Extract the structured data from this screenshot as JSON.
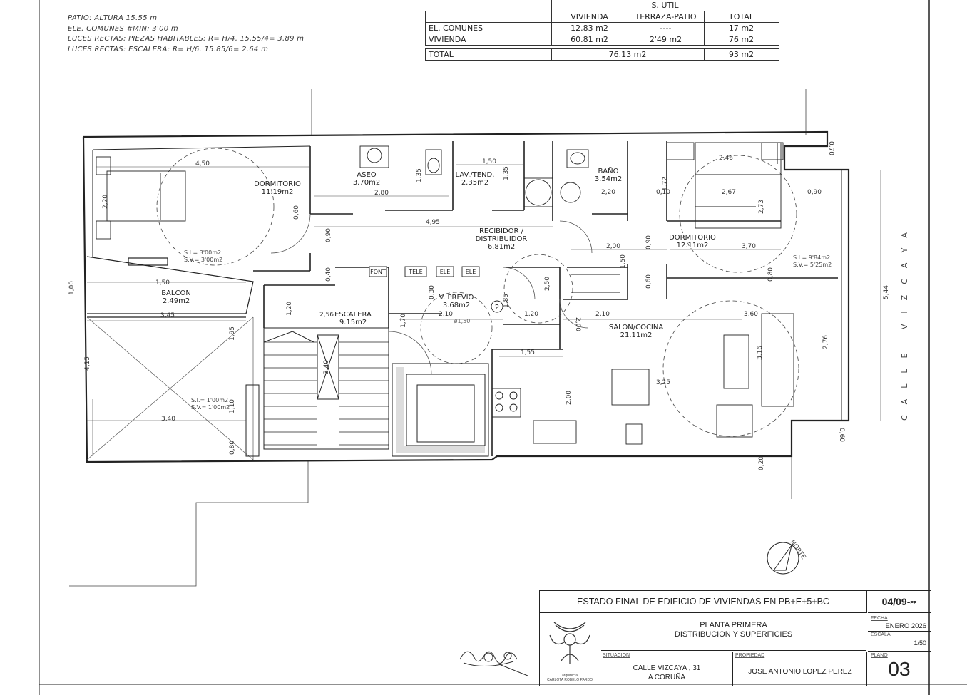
{
  "notes": [
    "PATIO: ALTURA 15.55 m",
    "ELE. COMUNES #MIN: 3'00 m",
    "LUCES RECTAS: PIEZAS HABITABLES: R= H/4. 15.55/4= 3.89 m",
    "LUCES RECTAS: ESCALERA: R= H/6. 15.85/6= 2.64 m"
  ],
  "area_table": {
    "title": "S. UTIL",
    "headers": [
      "VIVIENDA",
      "TERRAZA-PATIO",
      "TOTAL"
    ],
    "rows": [
      {
        "label": "EL. COMUNES",
        "vivienda": "12.83 m2",
        "terraza": "----",
        "total": "17 m2"
      },
      {
        "label": "VIVIENDA",
        "vivienda": "60.81 m2",
        "terraza": "2'49 m2",
        "total": "76 m2"
      }
    ],
    "total": {
      "label": "TOTAL",
      "vivienda": "76.13 m2",
      "total": "93 m2"
    }
  },
  "rooms": {
    "dormitorio1": {
      "name": "DORMITORIO",
      "area": "11.19m2"
    },
    "aseo": {
      "name": "ASEO",
      "area": "3.70m2"
    },
    "lav": {
      "name": "LAV./TEND.",
      "area": "2.35m2"
    },
    "bano": {
      "name": "BAÑO",
      "area": "3.54m2"
    },
    "dormitorio2": {
      "name": "DORMITORIO",
      "area": "12.11m2"
    },
    "recibidor": {
      "name": "RECIBIDOR /",
      "name2": "DISTRIBUIDOR",
      "area": "6.81m2"
    },
    "balcon": {
      "name": "BALCON",
      "area": "2.49m2"
    },
    "escalera": {
      "name": "ESCALERA",
      "area": "9.15m2"
    },
    "vprevio": {
      "name": "V. PREVIO",
      "area": "3.68m2"
    },
    "salon": {
      "name": "SALON/COCINA",
      "area": "21.11m2"
    }
  },
  "patio_notes": {
    "si1": "S.I.= 3'00m2",
    "sv1": "S.V.= 3'00m2",
    "si2": "S.I.= 9'84m2",
    "sv2": "S.V.= 5'25m2",
    "si3": "S.I.= 1'00m2",
    "sv3": "S.V.= 1'00m2"
  },
  "dims": {
    "d450": "4,50",
    "d150a": "1,50",
    "d135a": "1,35",
    "d135b": "1,35",
    "d280": "2,80",
    "d220a": "2,20",
    "d220b": "2,20",
    "d060a": "0,60",
    "d495": "4,95",
    "d090a": "0,90",
    "d246": "2,46",
    "d172": "1,72",
    "d267": "2,67",
    "d090b": "0,90",
    "d273": "2,73",
    "d200a": "2,00",
    "d090c": "0,90",
    "d370": "3,70",
    "d150b": "1,50",
    "d060b": "0,60",
    "d100": "1,00",
    "d150c": "1,50",
    "d345": "3,45",
    "d040": "0,40",
    "d030": "0,30",
    "d185": "1,85",
    "d250": "2,50",
    "d256": "2,56",
    "d210a": "2,10",
    "d120": "1,20",
    "d210b": "2,10",
    "d360": "3,60",
    "d544": "5,44",
    "d276": "2,76",
    "d316": "3,16",
    "d415": "4,15",
    "d195": "1,95",
    "d110": "1,10",
    "d340a": "3,40",
    "d340b": "3,40",
    "d080": "0,80",
    "d155": "1,55",
    "d200b": "2,00",
    "d325": "3,25",
    "d020": "0,20",
    "d060c": "0,60",
    "d010": "0,10",
    "d070": "0,70",
    "d080b": "0,80",
    "d120b": "1,20",
    "d170": "1,70",
    "diam": "ø1,50",
    "d200c": "2,00"
  },
  "fixtures": {
    "font": "FONT",
    "tele": "TELE",
    "ele1": "ELE",
    "ele2": "ELE",
    "circle_num": "2"
  },
  "street": "CALLE VIZCAYA",
  "north": "NORTE",
  "titleblock": {
    "project": "ESTADO FINAL DE EDIFICIO DE VIVIENDAS EN PB+E+5+BC",
    "code": "04/09-",
    "code_suffix": "EF",
    "plan_line1": "PLANTA PRIMERA",
    "plan_line2": "DISTRIBUCION Y SUPERFICIES",
    "fecha_label": "FECHA",
    "fecha": "ENERO 2026",
    "escala_label": "ESCALA",
    "escala": "1/50",
    "situacion_label": "SITUACION",
    "situacion1": "CALLE VIZCAYA , 31",
    "situacion2": "A CORUÑA",
    "propiedad_label": "PROPIEDAD",
    "propiedad": "JOSE ANTONIO LOPEZ PEREZ",
    "plano_label": "PLANO",
    "plano": "03",
    "arquitecta_label": "arquitecta",
    "arquitecta": "CARLOTA ROBELO PARDO"
  }
}
